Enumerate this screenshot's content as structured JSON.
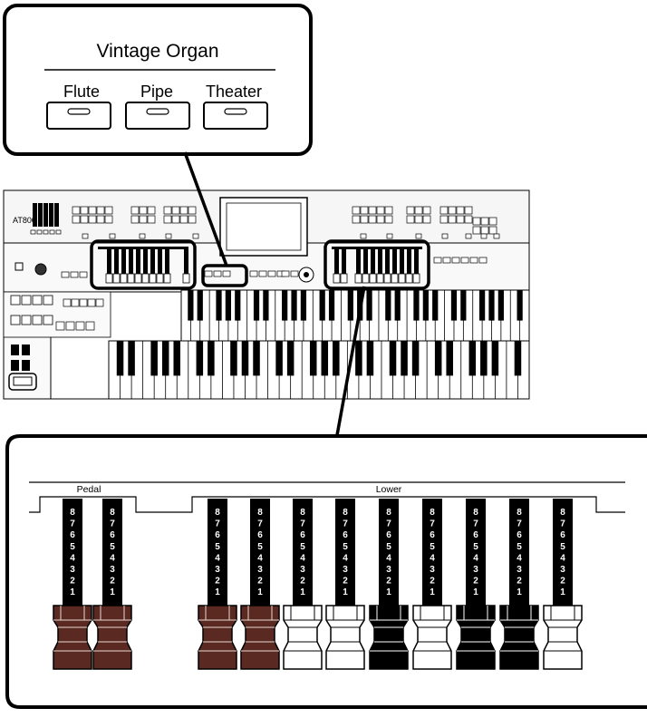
{
  "callout_top": {
    "title": "Vintage Organ",
    "buttons": [
      {
        "label": "Flute"
      },
      {
        "label": "Pipe"
      },
      {
        "label": "Theater"
      }
    ]
  },
  "instrument": {
    "model_label": "AT800"
  },
  "callout_bottom": {
    "group_pedal": "Pedal",
    "group_lower": "Lower",
    "scale_numbers": [
      "8",
      "7",
      "6",
      "5",
      "4",
      "3",
      "2",
      "1"
    ],
    "drawbars": [
      {
        "group": "pedal",
        "color": "brown"
      },
      {
        "group": "pedal",
        "color": "brown"
      },
      {
        "group": "lower",
        "color": "brown"
      },
      {
        "group": "lower",
        "color": "brown"
      },
      {
        "group": "lower",
        "color": "white"
      },
      {
        "group": "lower",
        "color": "white"
      },
      {
        "group": "lower",
        "color": "black"
      },
      {
        "group": "lower",
        "color": "white"
      },
      {
        "group": "lower",
        "color": "black"
      },
      {
        "group": "lower",
        "color": "black"
      },
      {
        "group": "lower",
        "color": "white"
      }
    ]
  },
  "colors": {
    "brown": "#5a2a22",
    "white": "#ffffff",
    "black": "#000000",
    "panel_gray": "#f4f4f4"
  }
}
